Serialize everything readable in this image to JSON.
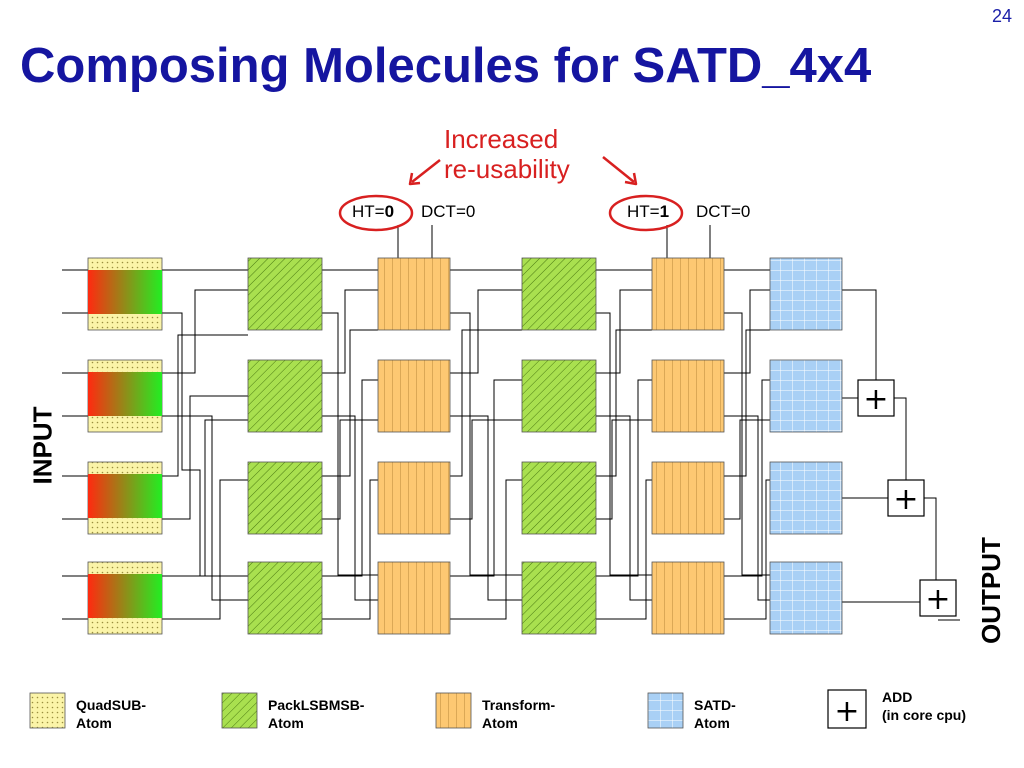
{
  "slide": {
    "page_number": "24",
    "title": "Composing Molecules for SATD_4x4"
  },
  "callout": {
    "line1": "Increased",
    "line2": "re-usability"
  },
  "molecule_controls": [
    {
      "ht_prefix": "HT=",
      "ht_value": "0",
      "dct": "DCT=0"
    },
    {
      "ht_prefix": "HT=",
      "ht_value": "1",
      "dct": "DCT=0"
    }
  ],
  "side_labels": {
    "input": "INPUT",
    "output": "OUTPUT"
  },
  "add_symbol": "+",
  "legend": [
    {
      "line1": "QuadSUB-",
      "line2": "Atom"
    },
    {
      "line1": "PackLSBMSB-",
      "line2": "Atom"
    },
    {
      "line1": "Transform-",
      "line2": "Atom"
    },
    {
      "line1": "SATD-",
      "line2": "Atom"
    },
    {
      "line1": "ADD",
      "line2": "(in core cpu)"
    }
  ],
  "colors": {
    "title": "#1515a0",
    "callout": "#d82020",
    "quadsub_fill": "#fbf4a8",
    "packlsb_fill": "#a9e04f",
    "transform_fill": "#fdc872",
    "satd_fill": "#a9d0f5",
    "gradient_start": "#ff2a10",
    "gradient_end": "#22ee22"
  }
}
